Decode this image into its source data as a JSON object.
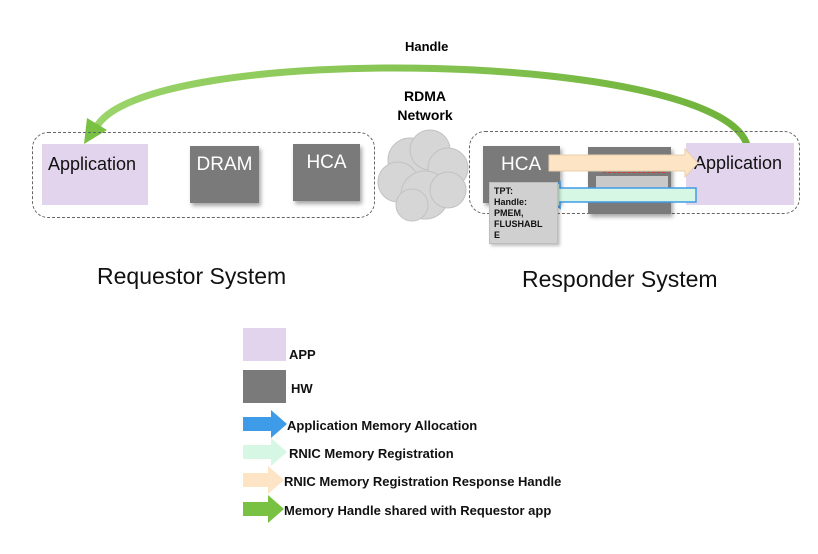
{
  "top_arc_label": "Handle",
  "network_label": "RDMA Network",
  "requestor": {
    "title": "Requestor System",
    "application": "Application",
    "dram": "DRAM",
    "hca": "HCA"
  },
  "responder": {
    "title": "Responder System",
    "application": "Application",
    "hca": "HCA",
    "buffer": "Buffer",
    "tpt_lines": [
      "TPT:",
      "Handle:",
      "PMEM,",
      "FLUSHABL",
      "E"
    ]
  },
  "legend": [
    {
      "label": "APP",
      "kind": "box",
      "color": "#e2d4ec"
    },
    {
      "label": "HW",
      "kind": "box",
      "color": "#7a7a7a"
    },
    {
      "label": "Application Memory Allocation",
      "kind": "arrow",
      "color": "#3e9be8"
    },
    {
      "label": "RNIC Memory Registration",
      "kind": "arrow",
      "color": "#d6f7e4"
    },
    {
      "label": "RNIC Memory Registration Response Handle",
      "kind": "arrow",
      "color": "#fde4c4"
    },
    {
      "label": "Memory Handle shared with Requestor app",
      "kind": "arrow",
      "color": "#79c142"
    }
  ],
  "colors": {
    "app": "#e2d4ec",
    "hw": "#7a7a7a",
    "handle_arc": "#79c142",
    "registration": "#d6f7e4",
    "response": "#fde4c4",
    "allocation": "#3e9be8"
  }
}
